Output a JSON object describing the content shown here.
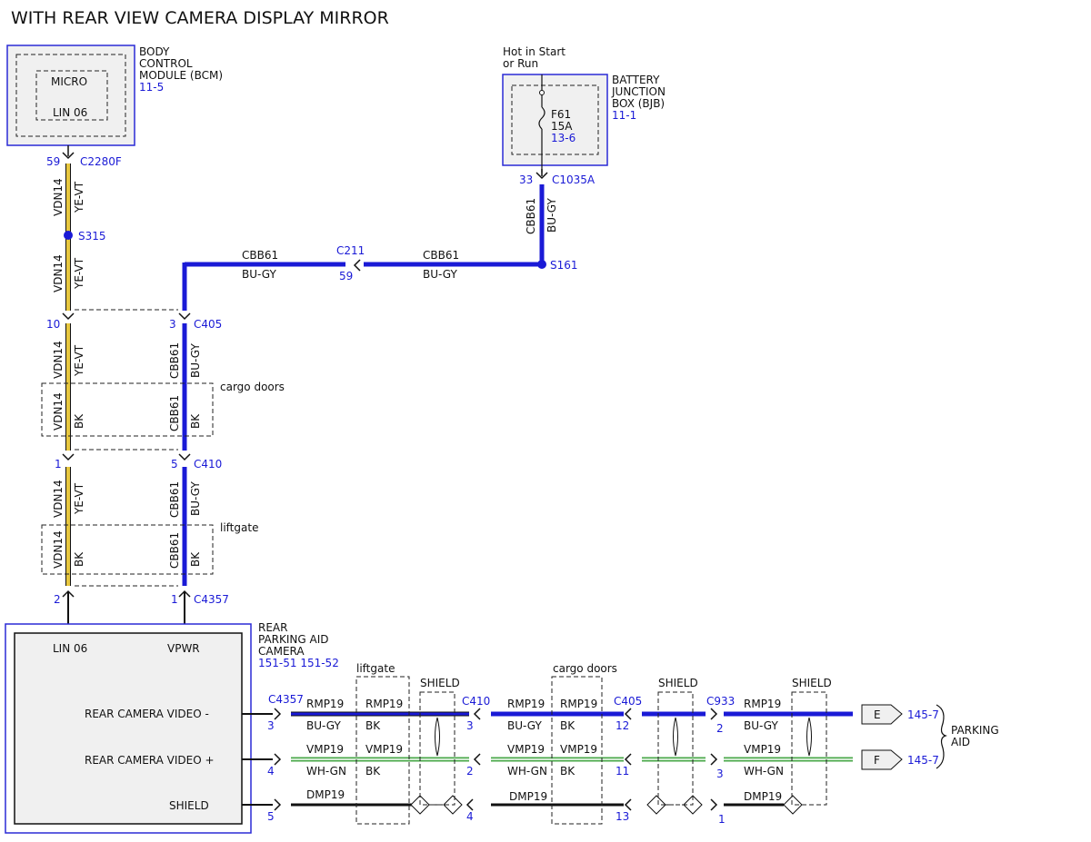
{
  "title": "WITH REAR VIEW CAMERA DISPLAY MIRROR",
  "colors": {
    "yellow_wire": "#e8c840",
    "blue_wire": "#1a1ad6",
    "green_wire": "#4aa84a",
    "ref_blue": "#1a1ad6",
    "box_fill": "#f0f0f0"
  },
  "bcm": {
    "name_lines": [
      "BODY",
      "CONTROL",
      "MODULE (BCM)"
    ],
    "ref": "11-5",
    "inner": "MICRO",
    "pin": "LIN 06"
  },
  "bjb": {
    "hot_lines": [
      "Hot in Start",
      "or Run"
    ],
    "name_lines": [
      "BATTERY",
      "JUNCTION",
      "BOX (BJB)"
    ],
    "ref": "11-1",
    "fuse": "F61",
    "amps": "15A",
    "fuse_ref": "13-6"
  },
  "connectors": {
    "c2280f": {
      "pin": "59",
      "name": "C2280F"
    },
    "s315": "S315",
    "c1035a": {
      "pin": "33",
      "name": "C1035A"
    },
    "s161": "S161",
    "c211": {
      "name": "C211",
      "pin": "59"
    },
    "c405_top": {
      "pin_left": "10",
      "pin_right": "3",
      "name": "C405"
    },
    "c410_top": {
      "pin_left": "1",
      "pin_right": "5",
      "name": "C410"
    },
    "c4357_top": {
      "pin_left": "2",
      "pin_right": "1",
      "name": "C4357"
    }
  },
  "wires": {
    "vdn14": "VDN14",
    "ye_vt": "YE-VT",
    "bk": "BK",
    "cbb61": "CBB61",
    "bu_gy": "BU-GY",
    "rmp19": "RMP19",
    "vmp19": "VMP19",
    "wh_gn": "WH-GN",
    "dmp19": "DMP19"
  },
  "zones": {
    "cargo_doors": "cargo doors",
    "liftgate": "liftgate",
    "shield": "SHIELD"
  },
  "camera": {
    "name_lines": [
      "REAR",
      "PARKING AID",
      "CAMERA"
    ],
    "refs": "151-51  151-52",
    "pin_lin": "LIN 06",
    "pin_vpwr": "VPWR",
    "video_minus": "REAR CAMERA VIDEO -",
    "video_plus": "REAR CAMERA VIDEO +",
    "shield_label": "SHIELD"
  },
  "bottom_connectors": {
    "c4357": {
      "name": "C4357",
      "pins": [
        "3",
        "4",
        "5"
      ]
    },
    "c410": {
      "name": "C410",
      "pins": [
        "3",
        "2",
        "4"
      ]
    },
    "c405": {
      "name": "C405",
      "pins": [
        "12",
        "11",
        "13"
      ]
    },
    "c933": {
      "name": "C933",
      "pins": [
        "2",
        "3",
        "1"
      ]
    }
  },
  "offpage": [
    {
      "letter": "E",
      "ref": "145-7"
    },
    {
      "letter": "F",
      "ref": "145-7"
    }
  ],
  "parking_aid": [
    "PARKING",
    "AID"
  ]
}
